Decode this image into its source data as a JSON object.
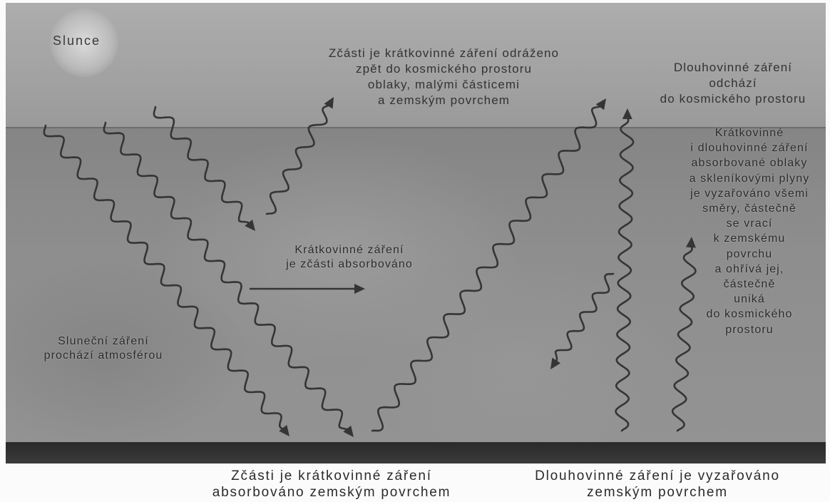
{
  "labels": {
    "sun": "Slunce",
    "shortwave_reflected": [
      "Zčásti je krátkovinné záření odráženo",
      "zpět do kosmického prostoru",
      "oblaky, malými částicemi",
      "a zemským povrchem"
    ],
    "longwave_escapes": [
      "Dlouhovinné záření",
      "odchází",
      "do kosmického prostoru"
    ],
    "absorbed_reemitted": [
      "Krátkovinné",
      "i dlouhovinné záření",
      "absorbované oblaky",
      "a skleníkovými plyny",
      "je vyzařováno všemi",
      "směry, částečně",
      "se vrací",
      "k zemskému",
      "povrchu",
      "a ohřívá jej,",
      "částečně",
      "uniká",
      "do kosmického",
      "prostoru"
    ],
    "shortwave_absorbed_atmosphere": [
      "Krátkovinné záření",
      "je zčásti absorbováno"
    ],
    "solar_passes": [
      "Sluneční záření",
      "prochází atmosférou"
    ],
    "shortwave_absorbed_surface": [
      "Zčásti je krátkovinné záření",
      "absorbováno zemským povrchem"
    ],
    "longwave_emitted_surface": [
      "Dlouhovinné záření je vyzařováno",
      "zemským povrchem"
    ]
  }
}
